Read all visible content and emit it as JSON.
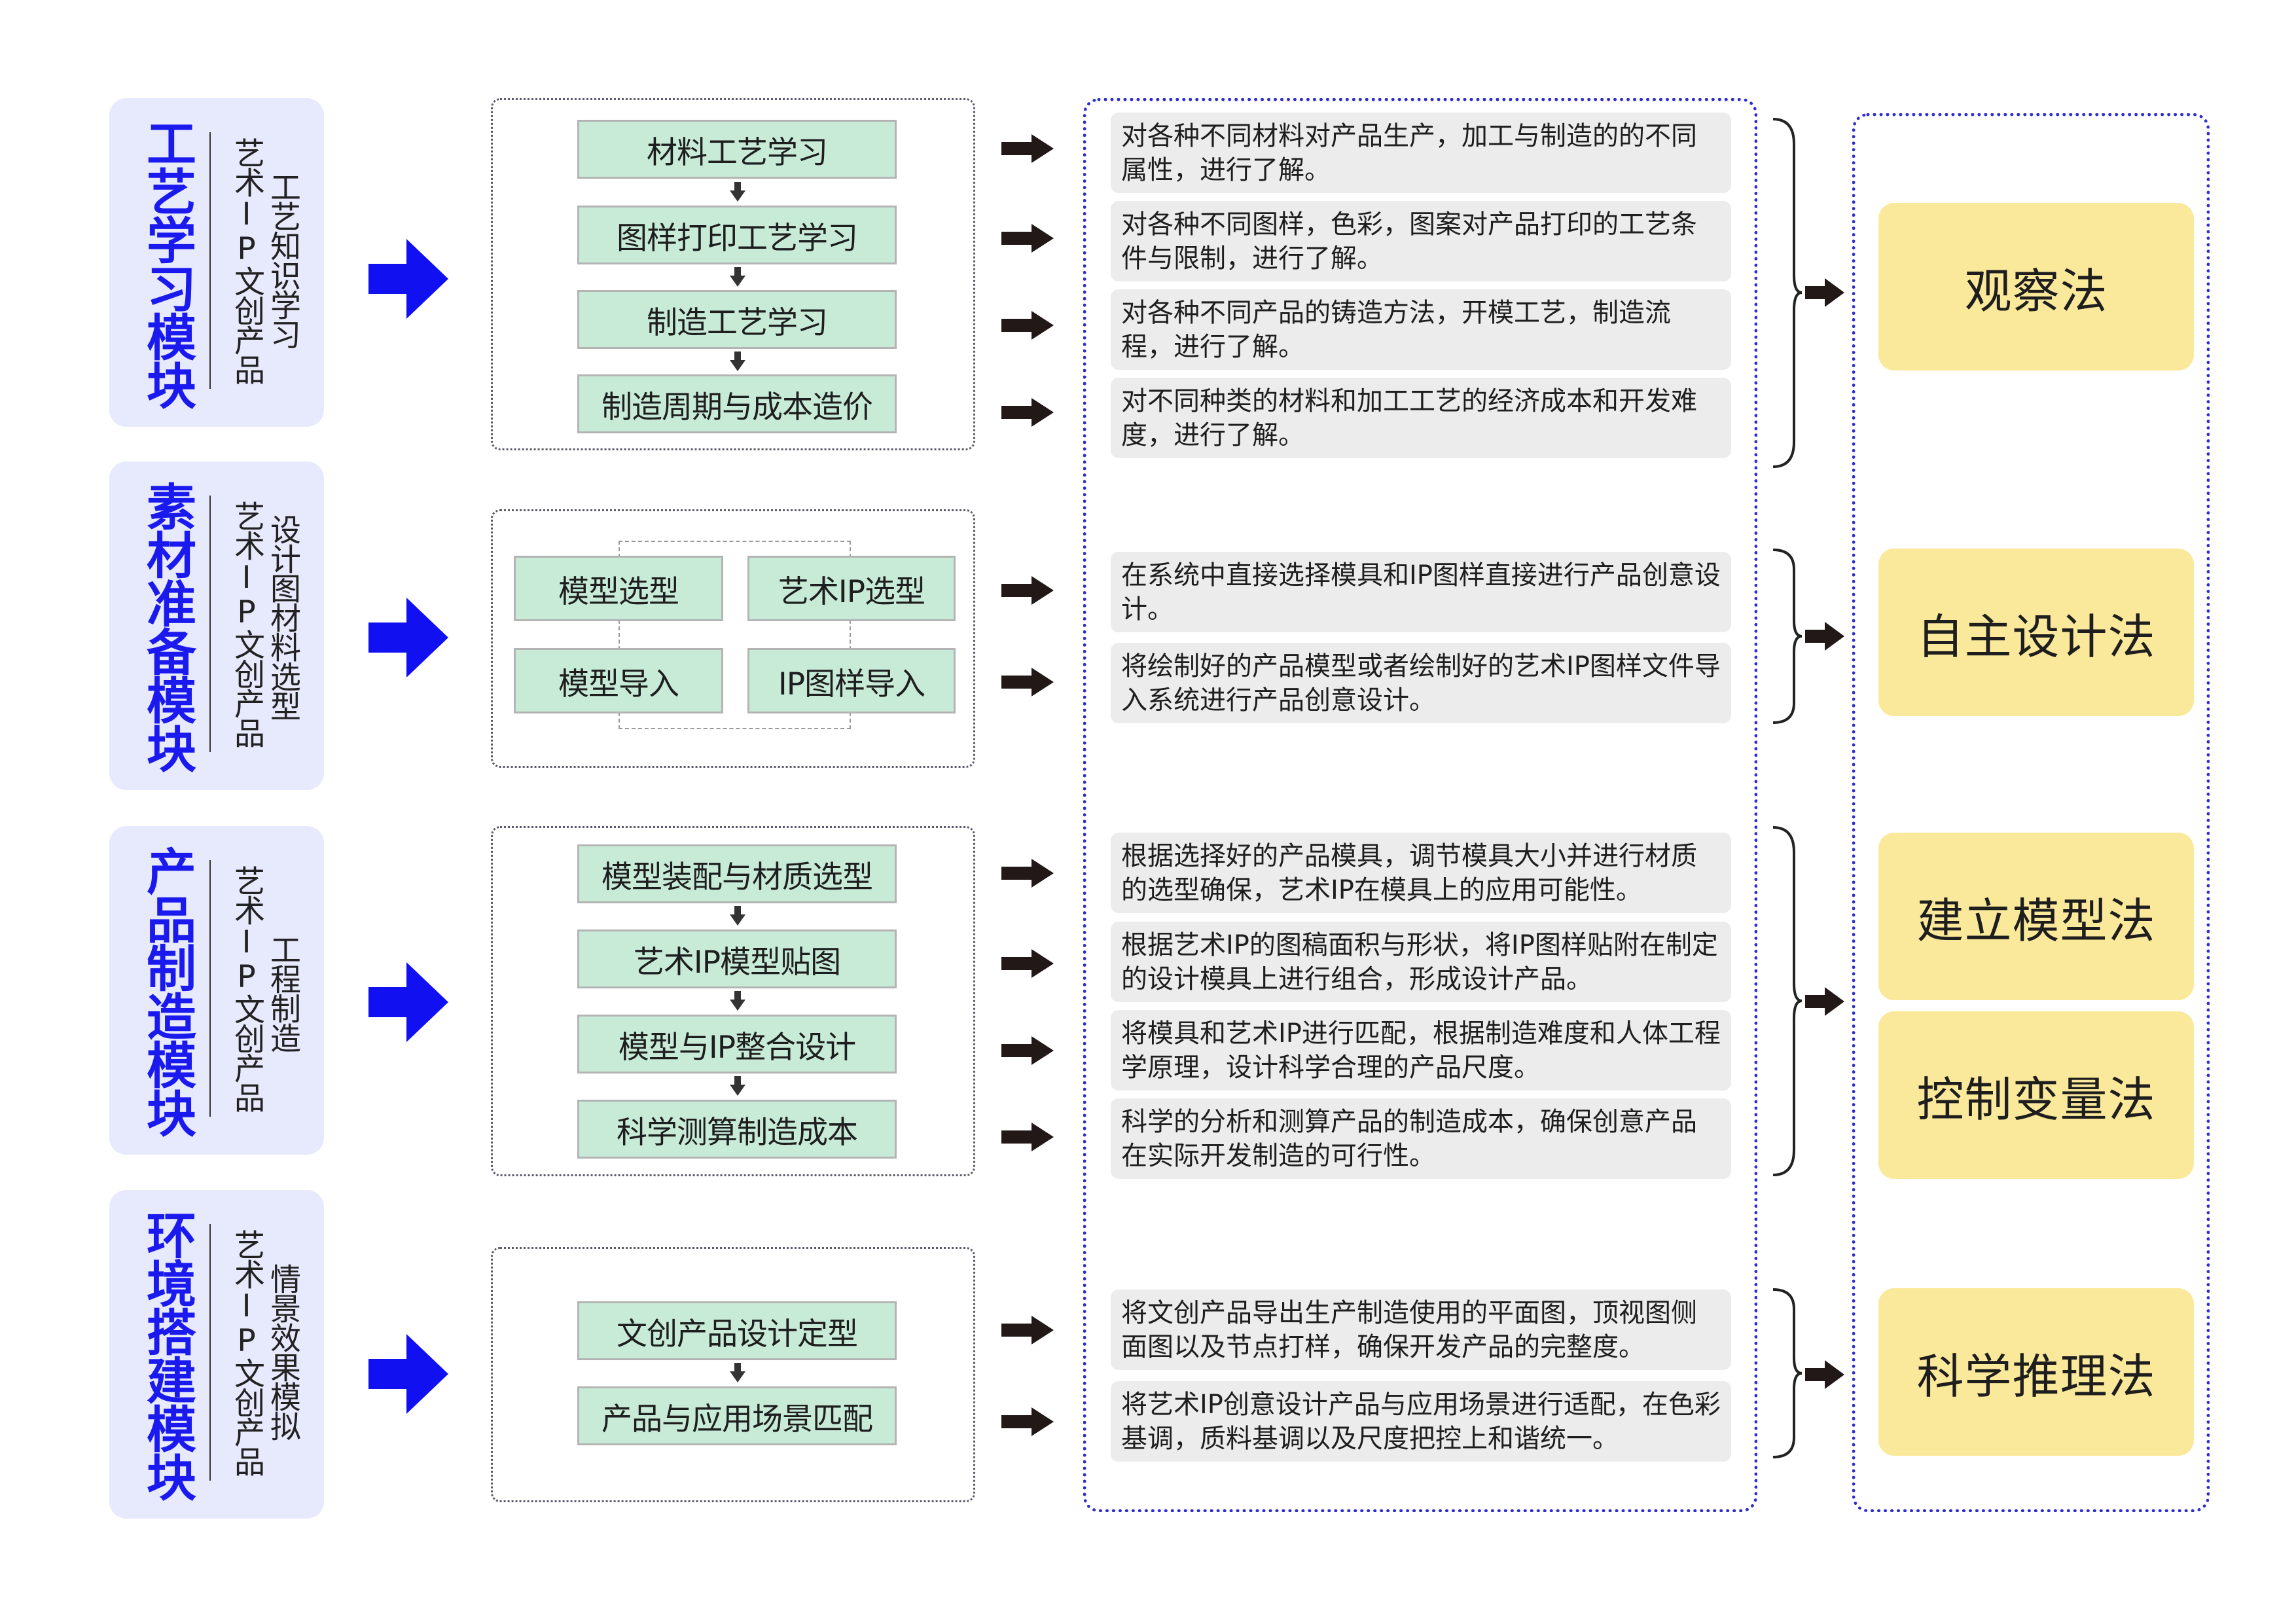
{
  "colors": {
    "module_bg": "#e7e9fc",
    "module_title": "#1a1aee",
    "big_arrow": "#1010f0",
    "step_bg": "#c8ebd8",
    "desc_bg": "#ececec",
    "dotted_border": "#2e2ed0",
    "method_bg": "#fbe99b"
  },
  "modules": [
    {
      "title": "工艺学习模块",
      "subtitle_a": "艺术IP文创产品",
      "subtitle_b": "工艺知识学习",
      "steps": [
        "材料工艺学习",
        "图样打印工艺学习",
        "制造工艺学习",
        "制造周期与成本造价"
      ],
      "descriptions": [
        "对各种不同材料对产品生产，加工与制造的的不同属性，进行了解。",
        "对各种不同图样，色彩，图案对产品打印的工艺条件与限制，进行了解。",
        "对各种不同产品的铸造方法，开模工艺，制造流程，进行了解。",
        "对不同种类的材料和加工工艺的经济成本和开发难度，进行了解。"
      ]
    },
    {
      "title": "素材准备模块",
      "subtitle_a": "艺术IP文创产品",
      "subtitle_b": "设计图材料选型",
      "grid": [
        "模型选型",
        "艺术IP选型",
        "模型导入",
        "IP图样导入"
      ],
      "descriptions": [
        "在系统中直接选择模具和IP图样直接进行产品创意设计。",
        "将绘制好的产品模型或者绘制好的艺术IP图样文件导入系统进行产品创意设计。"
      ]
    },
    {
      "title": "产品制造模块",
      "subtitle_a": "艺术IP文创产品",
      "subtitle_b": "工程制造",
      "steps": [
        "模型装配与材质选型",
        "艺术IP模型贴图",
        "模型与IP整合设计",
        "科学测算制造成本"
      ],
      "descriptions": [
        "根据选择好的产品模具，调节模具大小并进行材质的选型确保，艺术IP在模具上的应用可能性。",
        "根据艺术IP的图稿面积与形状，将IP图样贴附在制定的设计模具上进行组合，形成设计产品。",
        "将模具和艺术IP进行匹配，根据制造难度和人体工程学原理，设计科学合理的产品尺度。",
        "科学的分析和测算产品的制造成本，确保创意产品在实际开发制造的可行性。"
      ]
    },
    {
      "title": "环境搭建模块",
      "subtitle_a": "艺术IP文创产品",
      "subtitle_b": "情景效果模拟",
      "steps": [
        "文创产品设计定型",
        "产品与应用场景匹配"
      ],
      "descriptions": [
        "将文创产品导出生产制造使用的平面图，顶视图侧面图以及节点打样，确保开发产品的完整度。",
        "将艺术IP创意设计产品与应用场景进行适配，在色彩基调，质料基调以及尺度把控上和谐统一。"
      ]
    }
  ],
  "methods": [
    "观察法",
    "自主设计法",
    "建立模型法",
    "控制变量法",
    "科学推理法"
  ]
}
